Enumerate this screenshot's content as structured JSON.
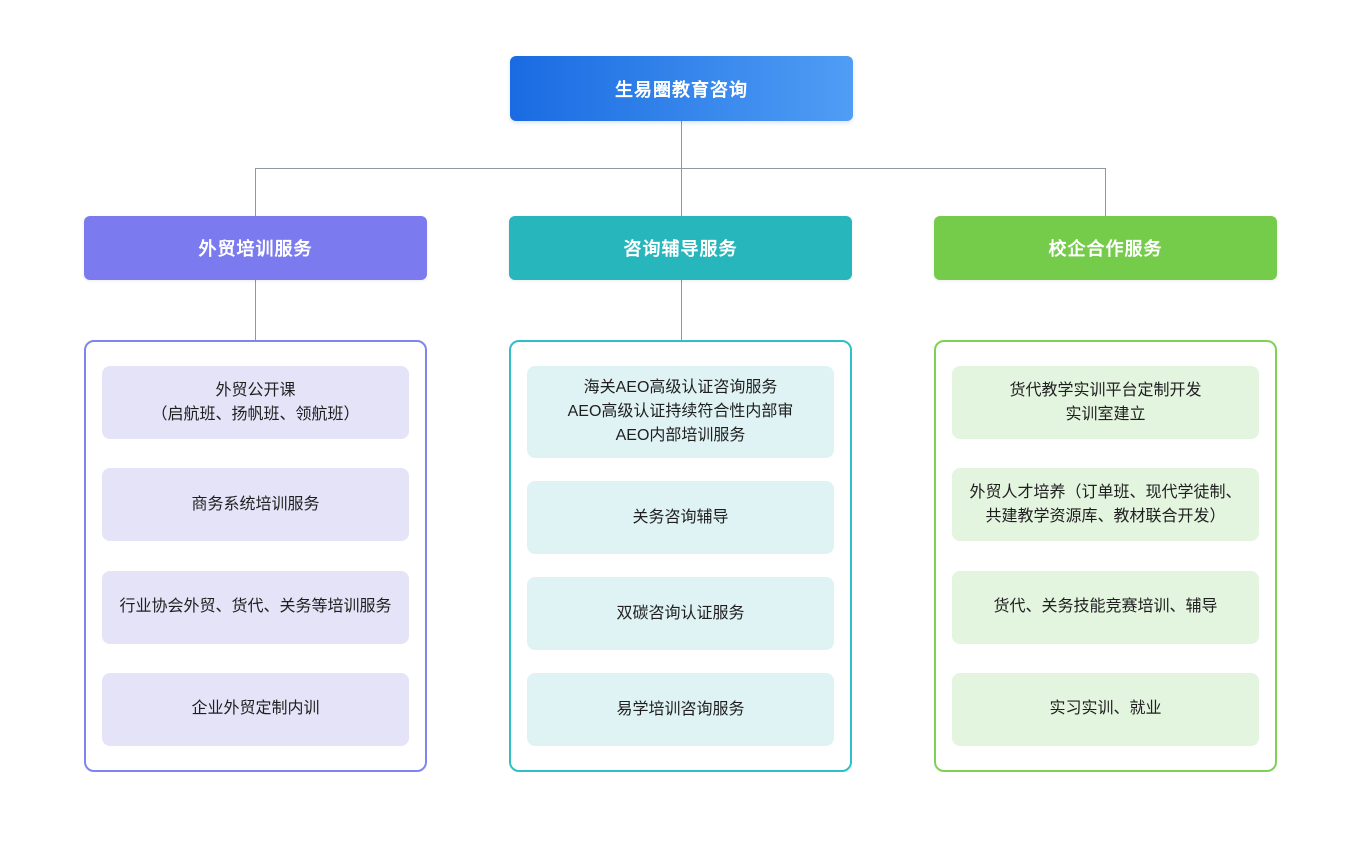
{
  "root": {
    "label": "生易圈教育咨询",
    "gradient_from": "#1a6be2",
    "gradient_to": "#4f9df4"
  },
  "branches": [
    {
      "label": "外贸培训服务",
      "header_color": "#7b7bef",
      "border_color": "#8084f0",
      "item_bg": "#e5e3f8",
      "items": [
        "外贸公开课\n（启航班、扬帆班、领航班）",
        "商务系统培训服务",
        "行业协会外贸、货代、关务等培训服务",
        "企业外贸定制内训"
      ]
    },
    {
      "label": "咨询辅导服务",
      "header_color": "#26b6bc",
      "border_color": "#30bfc5",
      "item_bg": "#dff2f4",
      "items": [
        "海关AEO高级认证咨询服务\nAEO高级认证持续符合性内部审\nAEO内部培训服务",
        "关务咨询辅导",
        "双碳咨询认证服务",
        "易学培训咨询服务"
      ]
    },
    {
      "label": "校企合作服务",
      "header_color": "#75cc4b",
      "border_color": "#7dd254",
      "item_bg": "#e3f4df",
      "items": [
        "货代教学实训平台定制开发\n实训室建立",
        "外贸人才培养（订单班、现代学徒制、共建教学资源库、教材联合开发）",
        "货代、关务技能竞赛培训、辅导",
        "实习实训、就业"
      ]
    }
  ],
  "colors": {
    "connector": "#8b99a3",
    "background": "#ffffff"
  }
}
